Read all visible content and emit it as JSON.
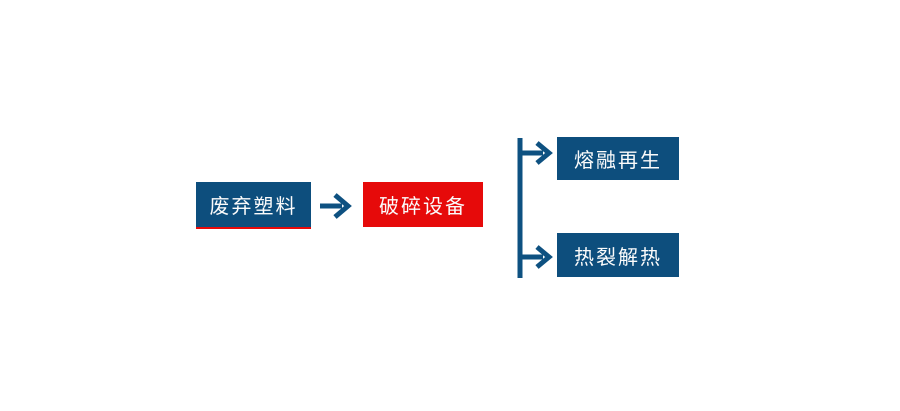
{
  "diagram": {
    "nodes": [
      {
        "id": "waste-plastic",
        "label": "废弃塑料",
        "fill": "#0d4e7d",
        "underline": "#e60a0a"
      },
      {
        "id": "crushing-equipment",
        "label": "破碎设备",
        "fill": "#e60a0a"
      },
      {
        "id": "melt-regeneration",
        "label": "熔融再生",
        "fill": "#0d4e7d"
      },
      {
        "id": "pyrolysis-heat",
        "label": "热裂解热",
        "fill": "#0d4e7d"
      }
    ],
    "connectors": [
      {
        "from": "waste-plastic",
        "to": "crushing-equipment",
        "type": "right-arrow"
      },
      {
        "from": "crushing-equipment",
        "to": "melt-regeneration",
        "type": "branch-right-arrow"
      },
      {
        "from": "crushing-equipment",
        "to": "pyrolysis-heat",
        "type": "branch-right-arrow"
      }
    ]
  },
  "colors": {
    "background": "#ffffff",
    "node_blue": "#0d4e7d",
    "node_red": "#e60a0a",
    "arrow_blue": "#0e5181",
    "text": "#fbfbfb"
  }
}
